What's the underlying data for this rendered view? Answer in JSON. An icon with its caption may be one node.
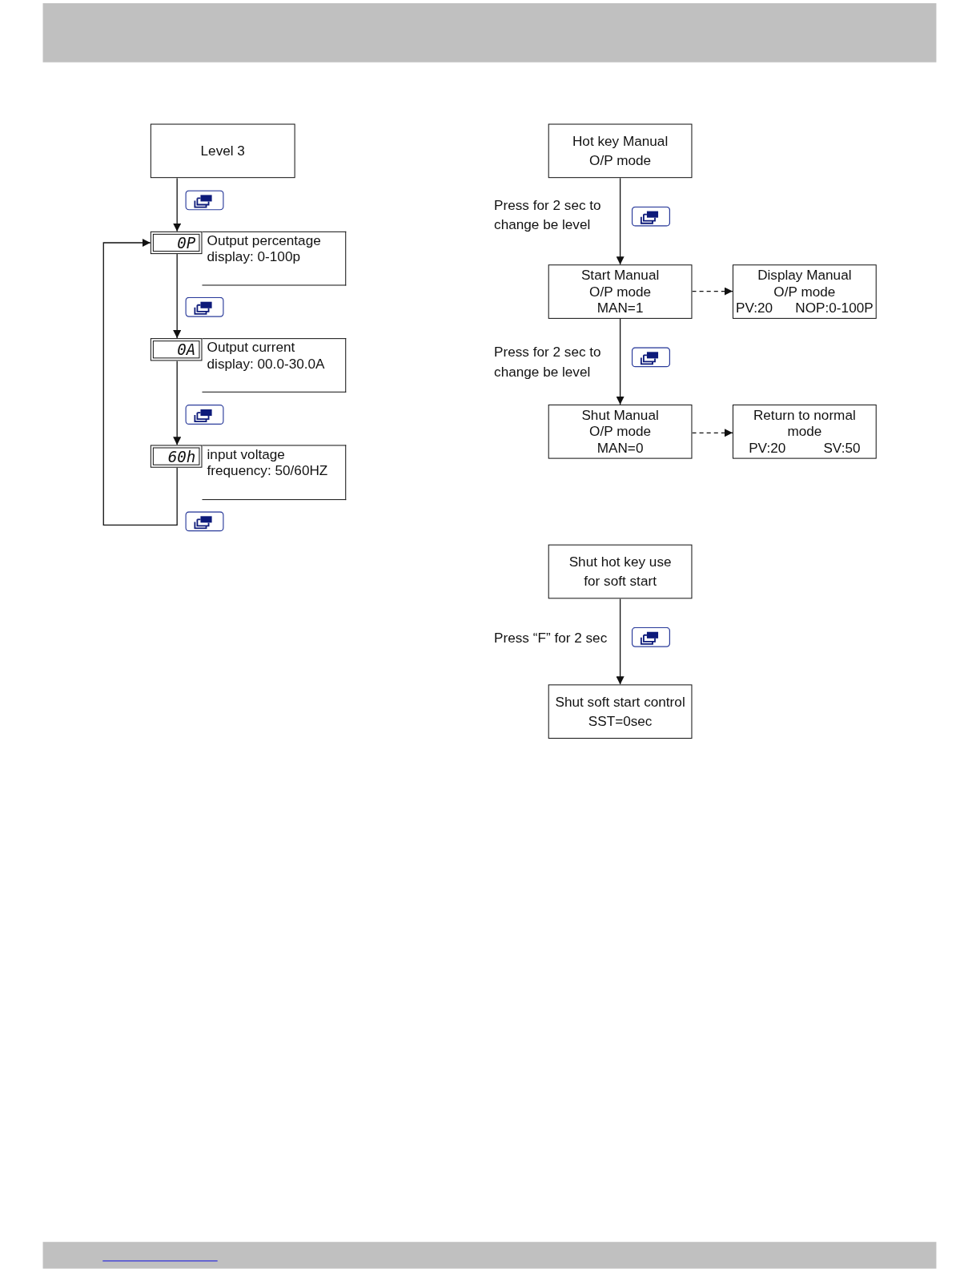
{
  "diagram": {
    "nodes": [
      {
        "text": [
          "Level 3"
        ]
      },
      {
        "text": [
          "0P",
          "Output percentage display: 0-100p"
        ]
      },
      {
        "text": [
          "0A",
          "Output current display: 00.0-30.0A"
        ]
      },
      {
        "text": [
          "60h",
          "input voltage frequency: 50/60HZ"
        ]
      },
      {
        "text": [
          "Hot key Manual O/P mode"
        ]
      },
      {
        "text": [
          "Start Manual O/P mode MAN=1"
        ]
      },
      {
        "text": [
          "Display Manual O/P mode",
          "PV:20 NOP:0-100P"
        ]
      },
      {
        "text": [
          "Shut Manual O/P mode MAN=0"
        ]
      },
      {
        "text": [
          "Return to normal mode",
          "PV:20 SV:50"
        ]
      },
      {
        "text": [
          "Shut hot key use for soft start"
        ]
      },
      {
        "text": [
          "Shut soft start control SST=0sec"
        ]
      }
    ],
    "edges": [
      {
        "from": 0,
        "to": 1,
        "arrow": "to"
      },
      {
        "from": 1,
        "to": 2,
        "arrow": "to"
      },
      {
        "from": 2,
        "to": 3,
        "arrow": "to"
      },
      {
        "from": 3,
        "to": 1,
        "arrow": "to"
      },
      {
        "from": 4,
        "to": 5,
        "arrow": "to",
        "label": "Press for 2 sec to change be level"
      },
      {
        "from": 5,
        "to": 6,
        "arrow": "to",
        "style": "dashed"
      },
      {
        "from": 5,
        "to": 7,
        "arrow": "to",
        "label": "Press for 2 sec to change be level"
      },
      {
        "from": 7,
        "to": 8,
        "arrow": "to",
        "style": "dashed"
      },
      {
        "from": 9,
        "to": 10,
        "arrow": "to",
        "label": "Press “F” for 2 sec"
      }
    ]
  }
}
